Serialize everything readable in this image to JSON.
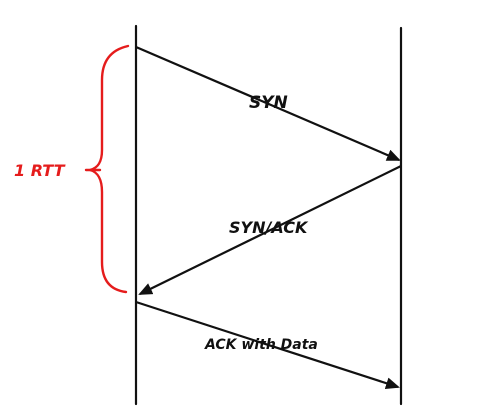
{
  "messages": {
    "syn": "SYN",
    "synack": "SYN/ACK",
    "ack": "ACK with Data"
  },
  "rtt": {
    "label": "1 RTT"
  },
  "colors": {
    "line": "#111111",
    "rtt": "#e51c1c"
  }
}
